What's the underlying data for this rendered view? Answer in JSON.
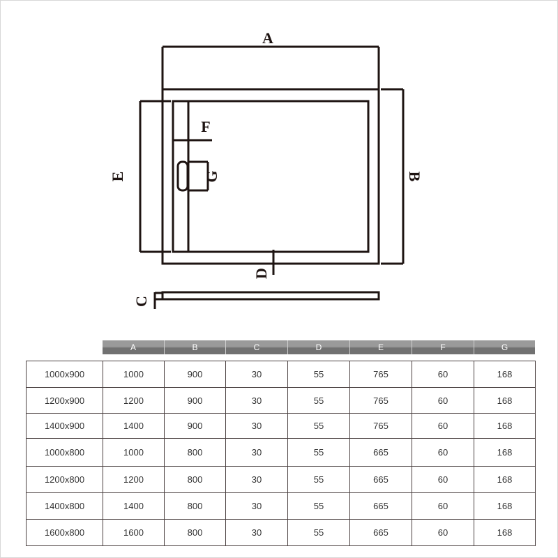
{
  "drawing": {
    "labels": {
      "A": "A",
      "B": "B",
      "C": "C",
      "D": "D",
      "E": "E",
      "F": "F",
      "G": "G"
    },
    "line_color": "#1e1412"
  },
  "table": {
    "header_color_top": "#9a9a9a",
    "header_color_bottom": "#717171",
    "columns": [
      "A",
      "B",
      "C",
      "D",
      "E",
      "F",
      "G"
    ],
    "rows": [
      {
        "size": "1000x900",
        "A": "1000",
        "B": "900",
        "C": "30",
        "D": "55",
        "E": "765",
        "F": "60",
        "G": "168"
      },
      {
        "size": "1200x900",
        "A": "1200",
        "B": "900",
        "C": "30",
        "D": "55",
        "E": "765",
        "F": "60",
        "G": "168"
      },
      {
        "size": "1400x900",
        "A": "1400",
        "B": "900",
        "C": "30",
        "D": "55",
        "E": "765",
        "F": "60",
        "G": "168"
      },
      {
        "size": "1000x800",
        "A": "1000",
        "B": "800",
        "C": "30",
        "D": "55",
        "E": "665",
        "F": "60",
        "G": "168"
      },
      {
        "size": "1200x800",
        "A": "1200",
        "B": "800",
        "C": "30",
        "D": "55",
        "E": "665",
        "F": "60",
        "G": "168"
      },
      {
        "size": "1400x800",
        "A": "1400",
        "B": "800",
        "C": "30",
        "D": "55",
        "E": "665",
        "F": "60",
        "G": "168"
      },
      {
        "size": "1600x800",
        "A": "1600",
        "B": "800",
        "C": "30",
        "D": "55",
        "E": "665",
        "F": "60",
        "G": "168"
      }
    ]
  }
}
